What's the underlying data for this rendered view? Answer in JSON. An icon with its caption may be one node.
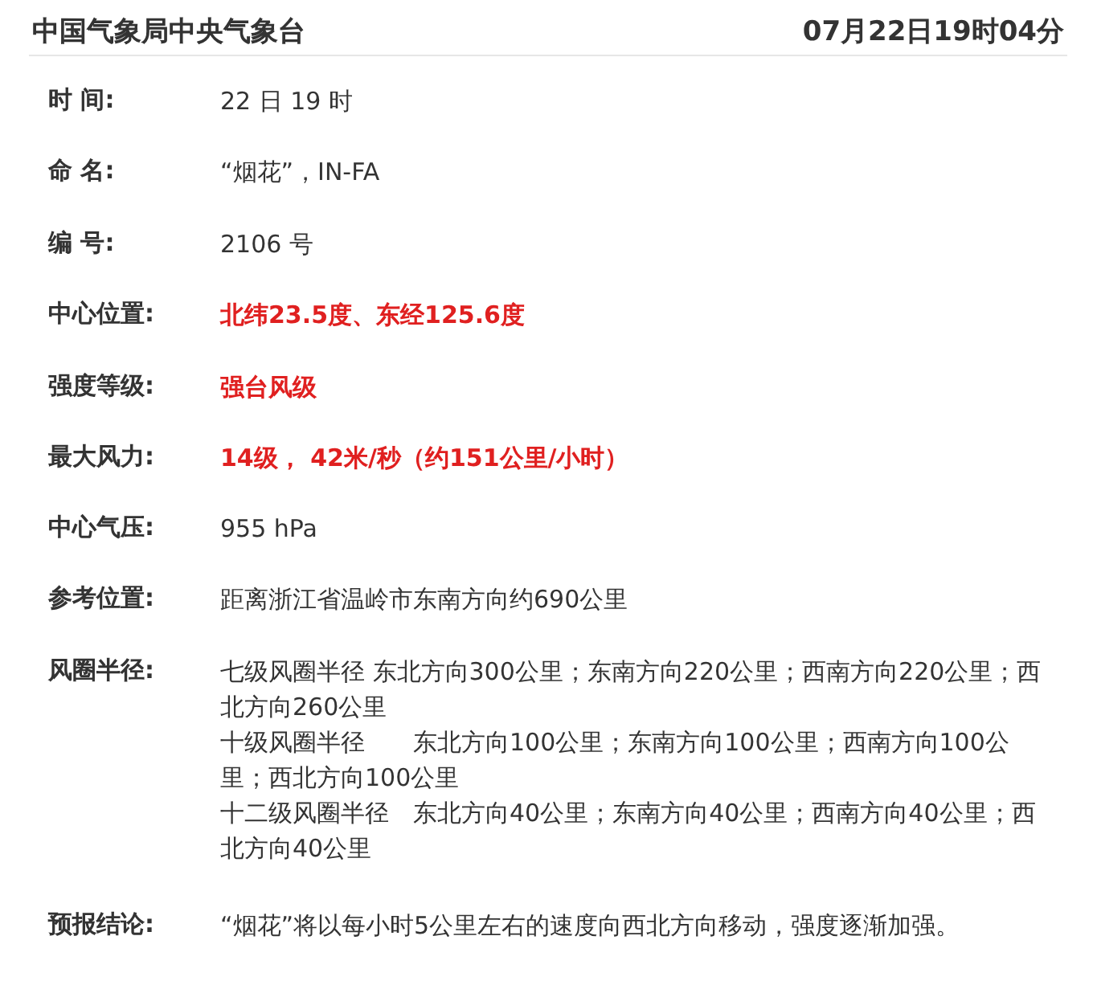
{
  "diagram": {
    "labels": [
      "中国气象局中央气象台",
      "07月22日19时04分",
      "时 间:",
      "22 日 19 时",
      "命 名:",
      "“烟花”，IN-FA",
      "编 号:",
      "2106 号",
      "中心位置:",
      "北纬23.5度、东经125.6度",
      "强度等级:",
      "强台风级",
      "最大风力:",
      "14级， 42米/秒（约151公里/小时）",
      "中心气压:",
      "955 hPa",
      "参考位置:",
      "距离浙江省温岭市东南方向约690公里",
      "风圈半径:",
      "七级风圈半径 东北方向300公里；东南方向220公里；西南方向220公里；西北方向260公里",
      "十级风圈半径　　东北方向100公里；东南方向100公里；西南方向100公里；西北方向100公里",
      "十二级风圈半径　东北方向40公里；东南方向40公里；西南方向40公里；西北方向40公里",
      "预报结论:",
      "“烟花”将以每小时5公里左右的速度向西北方向移动，强度逐渐加强。"
    ]
  }
}
